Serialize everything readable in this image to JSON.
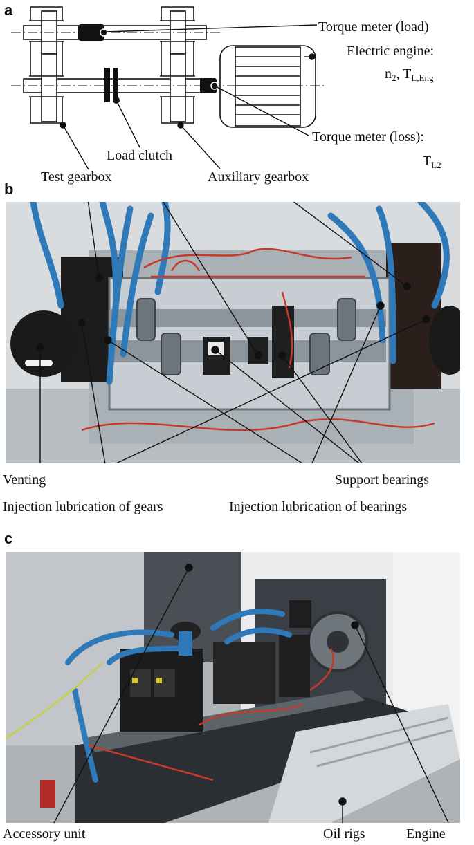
{
  "panels": {
    "a": "a",
    "b": "b",
    "c": "c"
  },
  "schematic": {
    "torque_meter_load": "Torque meter (load)",
    "electric_engine": "Electric engine:",
    "engine_params_n": "n",
    "engine_params_n_sub": "2",
    "engine_params_t": ", T",
    "engine_params_t_sub": "L,Eng",
    "load_clutch": "Load clutch",
    "torque_meter_loss": "Torque meter (loss):",
    "torque_loss_symbol": "T",
    "torque_loss_sub": "L2",
    "test_gearbox": "Test gearbox",
    "auxiliary_gearbox": "Auxiliary gearbox"
  },
  "top_view": {
    "venting": "Venting",
    "support_bearings": "Support bearings",
    "injection_gears": "Injection lubrication of gears",
    "injection_bearings": "Injection lubrication of bearings"
  },
  "side_view": {
    "accessory_unit": "Accessory unit",
    "oil_rigs": "Oil rigs",
    "engine": "Engine"
  },
  "colors": {
    "steel": "#9aa3ab",
    "hose_blue": "#2f79b8",
    "wire_red": "#c8392b",
    "housing_black": "#1c1c1c",
    "cabinet_white": "#e9ebec"
  }
}
